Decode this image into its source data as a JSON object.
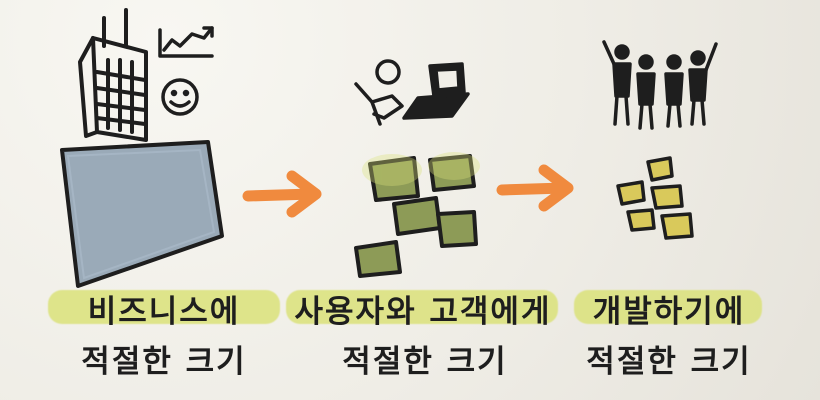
{
  "columns": [
    {
      "line1": "비즈니스에",
      "line2": "적절한 크기"
    },
    {
      "line1": "사용자와 고객에게",
      "line2": "적절한 크기"
    },
    {
      "line1": "개발하기에",
      "line2": "적절한 크기"
    }
  ],
  "colors": {
    "arrow": "#f08a3e",
    "highlight": "#dbe27a",
    "big_block": "#9aaab8",
    "medium_block": "#8d9b57",
    "small_block": "#d9c95b",
    "ink": "#1e1e1e"
  },
  "icons": [
    "office-building-icon",
    "growth-chart-icon",
    "smiley-icon",
    "user-at-laptop-icon",
    "team-people-icon"
  ]
}
